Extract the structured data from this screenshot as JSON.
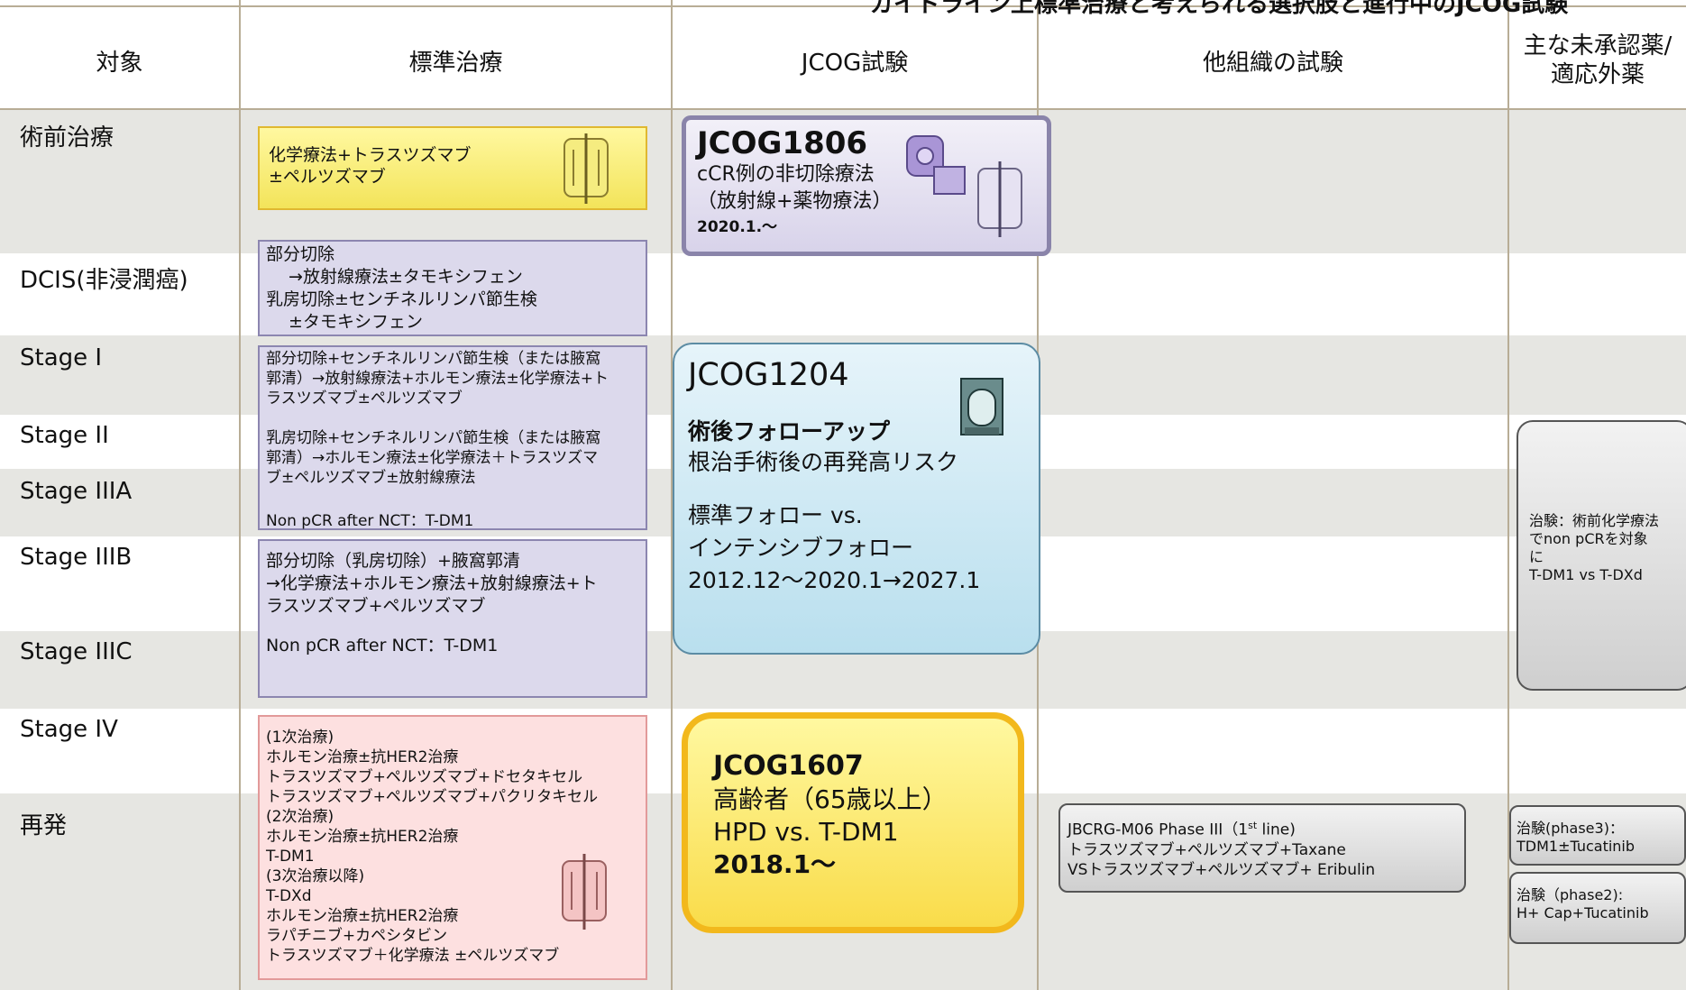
{
  "top_title": "ガイドライン上標準治療と考えられる選択肢と進行中のJCOG試験",
  "headers": {
    "target": "対象",
    "standard": "標準治療",
    "jcog": "JCOG試験",
    "other": "他組織の試験",
    "unapproved_line1": "主な未承認薬/",
    "unapproved_line2": "適応外薬"
  },
  "stages": {
    "neoadjuvant": "術前治療",
    "dcis": "DCIS(非浸潤癌)",
    "stage1": "Stage I",
    "stage2": "Stage II",
    "stage3a": "Stage IIIA",
    "stage3b": "Stage IIIB",
    "stage3c": "Stage IIIC",
    "stage4": "Stage IV",
    "recurrence": "再発"
  },
  "standard_treatment": {
    "neoadjuvant": [
      "化学療法+トラスツズマブ",
      "±ペルツズマブ"
    ],
    "dcis": [
      "部分切除",
      "　 →放射線療法±タモキシフェン",
      "乳房切除±センチネルリンパ節生検",
      "　 ±タモキシフェン"
    ],
    "early_a": [
      "部分切除+センチネルリンパ節生検（または腋窩",
      "郭清）→放射線療法+ホルモン療法±化学療法+ト",
      "ラスツズマブ±ペルツズマブ"
    ],
    "early_b": [
      "乳房切除+センチネルリンパ節生検（または腋窩",
      "郭清）→ホルモン療法±化学療法＋トラスツズマ",
      "ブ±ペルツズマブ±放射線療法"
    ],
    "early_c": "Non pCR after NCT：T-DM1",
    "advanced": [
      "部分切除（乳房切除）+腋窩郭清",
      "→化学療法+ホルモン療法+放射線療法+ト",
      "ラスツズマブ+ペルツズマブ"
    ],
    "advanced_c": "Non pCR after NCT：T-DM1",
    "metastatic": [
      "(1次治療)",
      "ホルモン治療±抗HER2治療",
      "トラスツズマブ+ペルツズマブ+ドセタキセル",
      "トラスツズマブ+ペルツズマブ+パクリタキセル",
      "(2次治療)",
      "ホルモン治療±抗HER2治療",
      "T-DM1",
      "(3次治療以降)",
      "T-DXd",
      "ホルモン治療±抗HER2治療",
      "ラパチニブ+カペシタビン",
      "トラスツズマブ＋化学療法 ±ペルツズマブ"
    ]
  },
  "jcog": {
    "j1806": {
      "id": "JCOG1806",
      "desc1": "cCR例の非切除療法",
      "desc2": "（放射線+薬物療法）",
      "date": "2020.1.～"
    },
    "j1204": {
      "id": "JCOG1204",
      "title": "術後フォローアップ",
      "subtitle": "根治手術後の再発高リスク",
      "desc1": "標準フォロー vs.",
      "desc2": "インテンシブフォロー",
      "date": "2012.12～2020.1→2027.1"
    },
    "j1607": {
      "id": "JCOG1607",
      "desc1": "高齢者（65歳以上）",
      "desc2": "HPD vs. T-DM1",
      "date": "2018.1～"
    }
  },
  "other_trials": {
    "jbcrg_line1_pre": "JBCRG-M06  Phase III（1",
    "jbcrg_sup": "st",
    "jbcrg_line1_post": " line)",
    "jbcrg_line2": "トラスツズマブ+ペルツズマブ+Taxane",
    "jbcrg_line3": "VSトラスツズマブ+ペルツズマブ+ Eribulin"
  },
  "unapproved": {
    "u1": [
      "治験：術前化学療法",
      "でnon pCRを対象",
      "に",
      "T-DM1 vs T-DXd"
    ],
    "u2": [
      "治験(phase3)：",
      "TDM1±Tucatinib"
    ],
    "u3": [
      "治験（phase2):",
      "H+ Cap+Tucatinib"
    ]
  },
  "colors": {
    "band_gray": "#e6e6e2",
    "grid_line": "#b8ad96",
    "yellow": "#f3e45a",
    "purple": "#dcd9ec",
    "blue": "#c9e6f1",
    "pink": "#fde0e0"
  },
  "icons": [
    "iv-drip-bag-icon",
    "radiation-machine-icon",
    "ct-scanner-icon"
  ]
}
